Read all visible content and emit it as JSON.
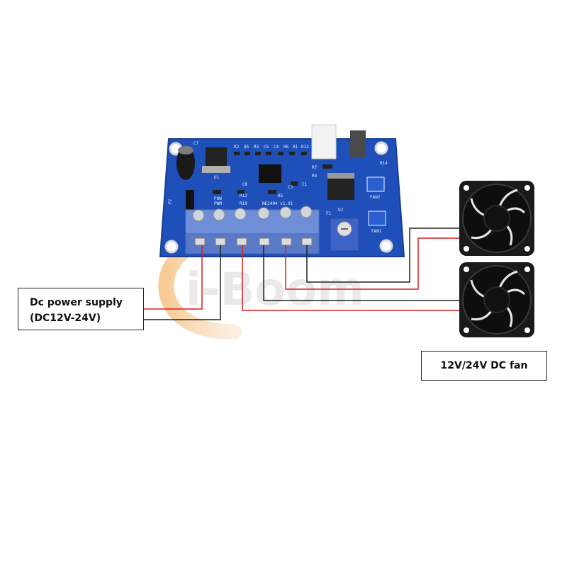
{
  "watermark": "i-Boom",
  "power_supply": {
    "line1": "Dc power supply",
    "line2": "(DC12V-24V)"
  },
  "fan_label": "12V/24V DC fan",
  "board": {
    "silkscreen": [
      "C7",
      "R2",
      "Q5",
      "R3",
      "C5",
      "C4",
      "R6",
      "R1",
      "R13",
      "U1",
      "C6",
      "C3",
      "C1",
      "R7",
      "R4",
      "R5",
      "POW",
      "R12",
      "PWM",
      "R10",
      "U2",
      "F1",
      "FAN2",
      "FAN1",
      "P2",
      "R14",
      "NE2404 v1.01"
    ]
  },
  "colors": {
    "pcb": "#1f4fb8",
    "terminal": "#6f8ed8",
    "wire_red": "#d81e1e",
    "wire_black": "#222222",
    "fan": "#1a1a1a",
    "watermark": "#f0b060"
  }
}
